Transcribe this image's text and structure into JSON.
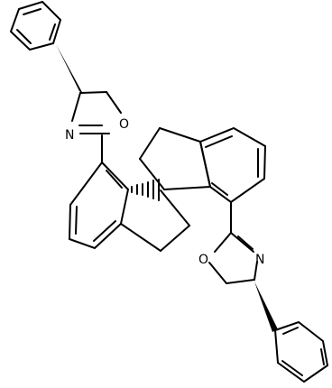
{
  "molecule": {
    "atoms": {
      "tl_n": "N",
      "tl_o": "O",
      "br_o": "O",
      "br_n": "N"
    }
  }
}
